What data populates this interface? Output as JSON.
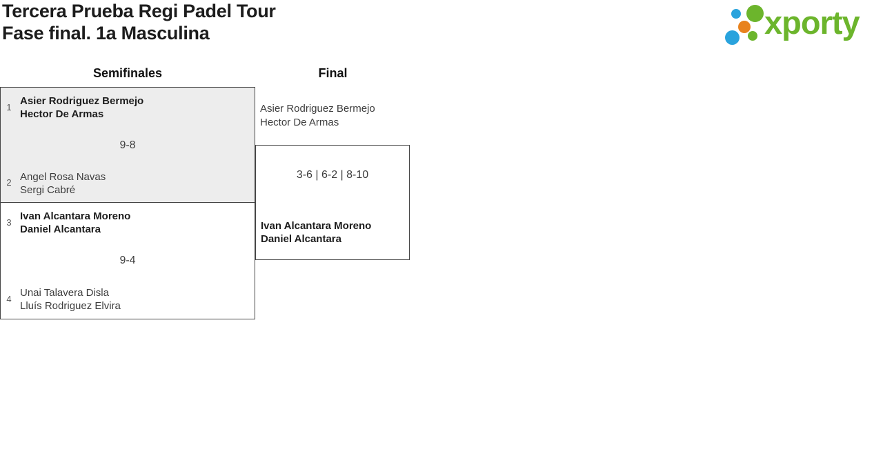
{
  "title": {
    "line1": "Tercera Prueba Regi Padel Tour",
    "line2": "Fase final. 1a Masculina"
  },
  "logo": {
    "brand": "xporty",
    "colors": {
      "green": "#6cb52c",
      "blue": "#29a3dd",
      "orange": "#e8821e"
    }
  },
  "columns": [
    {
      "label": "Semifinales"
    },
    {
      "label": "Final"
    }
  ],
  "bracket": {
    "semifinals": [
      {
        "team1": {
          "seed": "1",
          "players": [
            "Asier Rodriguez Bermejo",
            "Hector De Armas"
          ],
          "winner": true
        },
        "score": "9-8",
        "team2": {
          "seed": "2",
          "players": [
            "Angel Rosa Navas",
            "Sergi Cabré"
          ],
          "winner": false
        }
      },
      {
        "team1": {
          "seed": "3",
          "players": [
            "Ivan Alcantara Moreno",
            "Daniel Alcantara"
          ],
          "winner": true
        },
        "score": "9-4",
        "team2": {
          "seed": "4",
          "players": [
            "Unai Talavera Disla",
            "Lluís Rodriguez Elvira"
          ],
          "winner": false
        }
      }
    ],
    "final": {
      "team1": {
        "players": [
          "Asier Rodriguez Bermejo",
          "Hector De Armas"
        ],
        "winner": false
      },
      "score": "3-6 | 6-2 | 8-10",
      "team2": {
        "players": [
          "Ivan Alcantara Moreno",
          "Daniel Alcantara"
        ],
        "winner": true
      }
    }
  },
  "style": {
    "match_fill_gray": "#ededed",
    "border": "#444444"
  }
}
